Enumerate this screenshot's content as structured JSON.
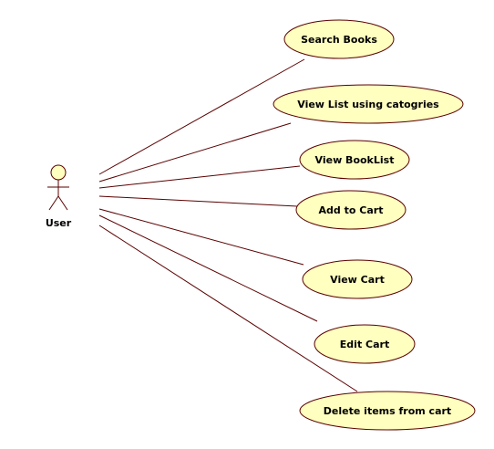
{
  "diagram": {
    "type": "use-case",
    "actor": {
      "name": "User"
    },
    "use_cases": [
      "Search Books",
      "View List using catogries",
      "View BookList",
      "Add to Cart",
      "View Cart",
      "Edit Cart",
      "Delete items from cart"
    ],
    "colors": {
      "line": "#5a0000",
      "ellipse_fill": "#ffffc0",
      "ellipse_stroke": "#5a0000",
      "actor_fill": "#ffffc0",
      "text": "#000000"
    }
  }
}
